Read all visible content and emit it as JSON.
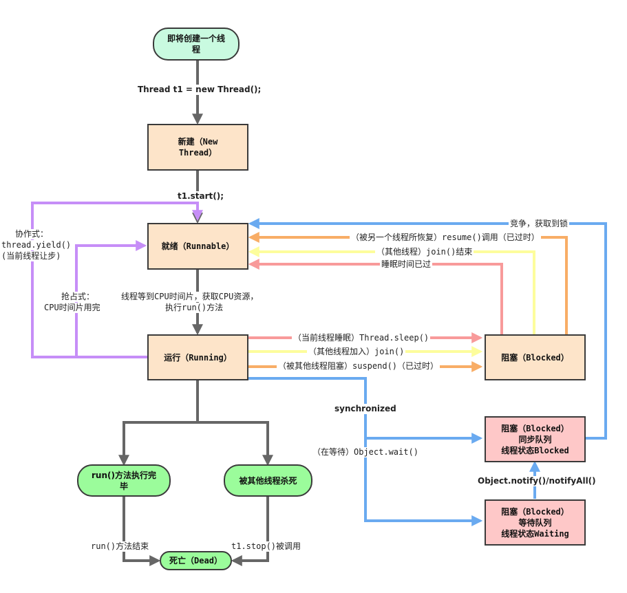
{
  "nodes": {
    "start": "即将创建一个线程",
    "new": "新建（New Thread）",
    "runnable": "就绪（Runnable）",
    "running": "运行（Running）",
    "blocked": "阻塞（Blocked）",
    "sync_title": "阻塞（Blocked）",
    "sync_line2": "同步队列",
    "sync_line3": "线程状态Blocked",
    "wait_title": "阻塞（Blocked）",
    "wait_line2": "等待队列",
    "wait_line3": "线程状态Waiting",
    "run_done": "run()方法执行完毕",
    "killed": "被其他线程杀死",
    "dead": "死亡（Dead）"
  },
  "labels": {
    "create": "Thread t1 = new Thread();",
    "start": "t1.start();",
    "yield_1": "协作式：",
    "yield_2": "thread.yield()",
    "yield_3": "(当前线程让步)",
    "preempt_1": "抢占式：",
    "preempt_2": "CPU时间片用完",
    "cpu_1": "线程等到CPU时间片，获取CPU资源，",
    "cpu_2": "执行run()方法",
    "compete": "竞争，获取到锁",
    "resume": "（被另一个线程所恢复）resume()调用（已过时）",
    "join_end": "（其他线程）join()结束",
    "sleep_end": "睡眠时间已过",
    "sleep": "（当前线程睡眠）Thread.sleep()",
    "join": "（其他线程加入）join()",
    "suspend": "（被其他线程阻塞）suspend()（已过时）",
    "synchronized": "synchronized",
    "wait": "（在等待）Object.wait()",
    "notify": "Object.notify()/notifyAll()",
    "run_end": "run()方法结束",
    "stop": "t1.stop()被调用"
  },
  "colors": {
    "gray": "#666666",
    "purple": "#c68ef7",
    "blue": "#6aaaf0",
    "orange": "#f8ad66",
    "yellow": "#fdfd9c",
    "pink": "#f89a9a"
  }
}
